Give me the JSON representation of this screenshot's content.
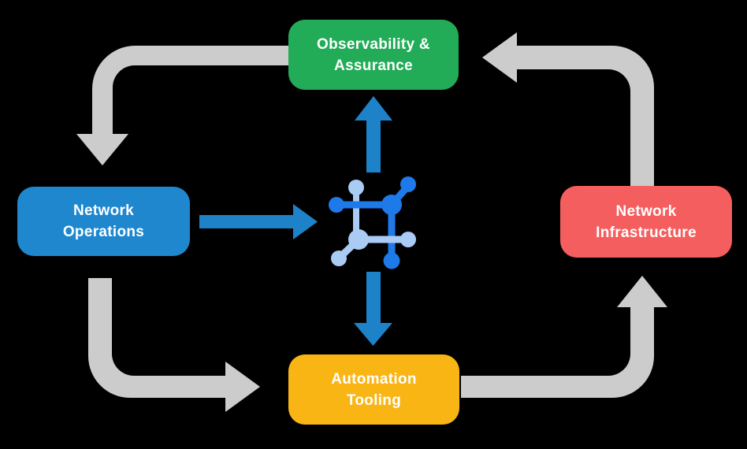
{
  "diagram": {
    "description": "Closed-loop network automation cycle with four stages around a central network fabric icon"
  },
  "colors": {
    "background": "#000000",
    "observability": "#23AC58",
    "operations": "#1E87CE",
    "infrastructure": "#F55E5E",
    "automation": "#F9B513",
    "flow_arrow": "#CCCCCC",
    "data_arrow": "#1E82C8",
    "icon_dark": "#1E79E9",
    "icon_light": "#A9CBF4",
    "label_text": "#FFFFFF"
  },
  "nodes": [
    {
      "id": "observability",
      "label": "Observability &\nAssurance"
    },
    {
      "id": "operations",
      "label": "Network\nOperations"
    },
    {
      "id": "infrastructure",
      "label": "Network\nInfrastructure"
    },
    {
      "id": "automation",
      "label": "Automation\nTooling"
    }
  ],
  "center_icon": {
    "name": "network-fabric-icon"
  },
  "flows": {
    "cycle": [
      {
        "from": "observability",
        "to": "operations",
        "style": "gray-elbow"
      },
      {
        "from": "operations",
        "to": "automation",
        "style": "gray-elbow"
      },
      {
        "from": "automation",
        "to": "infrastructure",
        "style": "gray-elbow"
      },
      {
        "from": "infrastructure",
        "to": "observability",
        "style": "gray-elbow"
      }
    ],
    "center": [
      {
        "from": "operations",
        "to": "center-icon",
        "style": "blue-straight"
      },
      {
        "from": "center-icon",
        "to": "observability",
        "style": "blue-straight"
      },
      {
        "from": "center-icon",
        "to": "automation",
        "style": "blue-straight"
      }
    ]
  }
}
